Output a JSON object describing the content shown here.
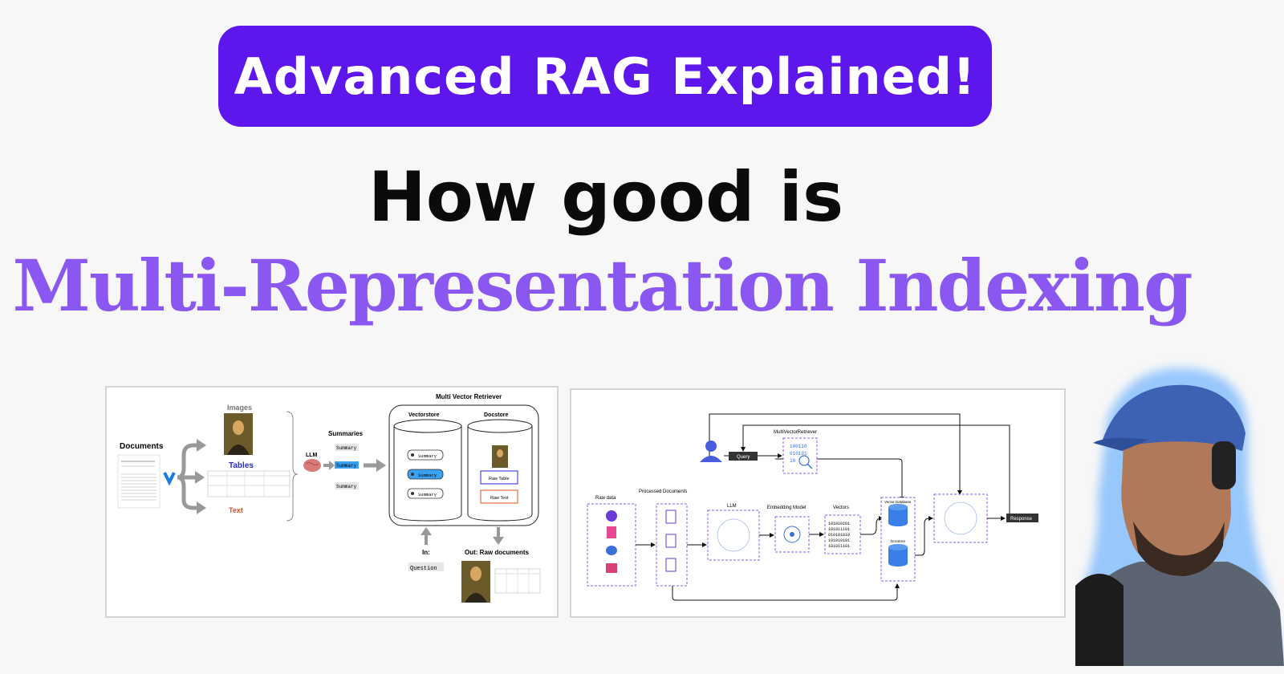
{
  "banner": {
    "text": "Advanced RAG Explained!"
  },
  "headline": {
    "line1": "How good is",
    "line2": "Multi-Representation Indexing"
  },
  "left_diagram": {
    "title": "Multi Vector Retriever",
    "documents": "Documents",
    "images": "Images",
    "tables": "Tables",
    "text": "Text",
    "llm": "LLM",
    "summaries": "Summaries",
    "summary": "Summary",
    "vectorstore": "Vectorstore",
    "docstore": "Docstore",
    "raw_table": "Raw Table",
    "raw_text": "Raw Text",
    "in": "In:",
    "question": "Question",
    "out": "Out: Raw documents"
  },
  "right_diagram": {
    "multivector_retriever": "MultiVectorRetriever",
    "query": "Query",
    "raw_data": "Raw data",
    "processed_documents": "Processed Documents",
    "llm": "LLM",
    "embedding_model": "Embedding Model",
    "vectors": "Vectors",
    "vector_database": "Vector Database",
    "docstore": "Docstore",
    "response": "Response",
    "binary_small": [
      "100110",
      "010101",
      "10"
    ],
    "vector_bits": [
      "101010101",
      "101011101",
      "010101010",
      "101010101",
      "101011101"
    ]
  },
  "colors": {
    "accent": "#5d16ec",
    "headline_purple": "#8a58f0",
    "diagram_purple": "#8a5cf6"
  }
}
